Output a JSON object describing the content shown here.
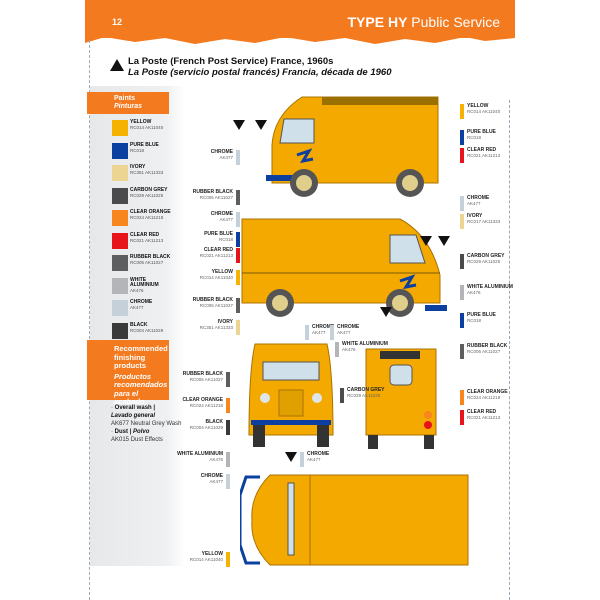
{
  "header": {
    "page_number": "12",
    "title_bold": "TYPE HY",
    "title_rest": "Public Service"
  },
  "subject": {
    "en": "La Poste (French Post Service) France, 1960s",
    "es": "La Poste (servicio postal francés) Francia, década de 1960"
  },
  "paints": {
    "title_en": "Paints",
    "title_es": "Pinturas",
    "items": [
      {
        "name": "YELLOW",
        "codes": "RC014 AK11040",
        "color": "#f6b200"
      },
      {
        "name": "PURE BLUE",
        "codes": "RC018",
        "color": "#0b3fa0"
      },
      {
        "name": "IVORY",
        "codes": "RC351 AK11333",
        "color": "#ecd592"
      },
      {
        "name": "CARBON GREY",
        "codes": "RC029 AK11025",
        "color": "#4a4b4d"
      },
      {
        "name": "CLEAR ORANGE",
        "codes": "RC024 AK11218",
        "color": "#f7861e"
      },
      {
        "name": "CLEAR RED",
        "codes": "RC021 AK11213",
        "color": "#e8141c"
      },
      {
        "name": "RUBBER BLACK",
        "codes": "RC005 AK11027",
        "color": "#5d5e60"
      },
      {
        "name": "WHITE ALUMINIUM",
        "codes": "AK476",
        "color": "#b4b5b8"
      },
      {
        "name": "CHROME",
        "codes": "AK477",
        "color": "#c5d0d8"
      },
      {
        "name": "BLACK",
        "codes": "RC004 AK11029",
        "color": "#3a3a3a"
      }
    ]
  },
  "finishing": {
    "title_en": "Recommended finishing products",
    "title_es": "Productos recomendados para el acabado",
    "items": [
      {
        "label": "Overall wash |",
        "label_es": "Lavado general",
        "product": "AK677 Neutral Grey Wash"
      },
      {
        "label": "Dust |",
        "label_es": "Polvo",
        "product": "AK015 Dust Effects"
      }
    ]
  },
  "callouts": [
    {
      "name": "YELLOW",
      "codes": "RC014 AK11040",
      "color": "#f6b200"
    },
    {
      "name": "PURE BLUE",
      "codes": "RC018",
      "color": "#0b3fa0"
    },
    {
      "name": "CLEAR RED",
      "codes": "RC021 AK11213",
      "color": "#e8141c"
    },
    {
      "name": "CHROME",
      "codes": "AK477",
      "color": "#c5d0d8"
    },
    {
      "name": "IVORY",
      "codes": "RC017 AK11333",
      "color": "#ecd592"
    },
    {
      "name": "CARBON GREY",
      "codes": "RC029 AK11025",
      "color": "#4a4b4d"
    },
    {
      "name": "WHITE ALUMINIUM",
      "codes": "AK476",
      "color": "#b4b5b8"
    },
    {
      "name": "PURE BLUE",
      "codes": "RC018",
      "color": "#0b3fa0"
    },
    {
      "name": "RUBBER BLACK",
      "codes": "RC005 AK11027",
      "color": "#5d5e60"
    },
    {
      "name": "CLEAR ORANGE",
      "codes": "RC024 AK11218",
      "color": "#f7861e"
    },
    {
      "name": "CLEAR RED",
      "codes": "RC021 AK11213",
      "color": "#e8141c"
    },
    {
      "name": "CHROME",
      "codes": "AK477",
      "color": "#c5d0d8"
    },
    {
      "name": "RUBBER BLACK",
      "codes": "RC005 AK11027",
      "color": "#5d5e60"
    },
    {
      "name": "CHROME",
      "codes": "AK477",
      "color": "#c5d0d8"
    },
    {
      "name": "PURE BLUE",
      "codes": "RC018",
      "color": "#0b3fa0"
    },
    {
      "name": "CLEAR RED",
      "codes": "RC021 AK11213",
      "color": "#e8141c"
    },
    {
      "name": "YELLOW",
      "codes": "RC014 AK11040",
      "color": "#f6b200"
    },
    {
      "name": "RUBBER BLACK",
      "codes": "RC005 AK11027",
      "color": "#5d5e60"
    },
    {
      "name": "IVORY",
      "codes": "RC351 AK11333",
      "color": "#ecd592"
    },
    {
      "name": "RUBBER BLACK",
      "codes": "RC005 AK11027",
      "color": "#5d5e60"
    },
    {
      "name": "CLEAR ORANGE",
      "codes": "RC024 AK11218",
      "color": "#f7861e"
    },
    {
      "name": "BLACK",
      "codes": "RC004 AK11029",
      "color": "#3a3a3a"
    },
    {
      "name": "WHITE ALUMINIUM",
      "codes": "AK476",
      "color": "#b4b5b8"
    },
    {
      "name": "CHROME",
      "codes": "AK477",
      "color": "#c5d0d8"
    },
    {
      "name": "YELLOW",
      "codes": "RC014 AK11040",
      "color": "#f6b200"
    },
    {
      "name": "CHROME",
      "codes": "AK477",
      "color": "#c5d0d8"
    },
    {
      "name": "CHROME",
      "codes": "AK477",
      "color": "#c5d0d8"
    },
    {
      "name": "WHITE ALUMINIUM",
      "codes": "AK476",
      "color": "#b4b5b8"
    },
    {
      "name": "CARBON GREY",
      "codes": "RC029 AK11025",
      "color": "#4a4b4d"
    },
    {
      "name": "CHROME",
      "codes": "AK477",
      "color": "#c5d0d8"
    }
  ],
  "colors": {
    "accent": "#f47a20",
    "van_body": "#f4a900"
  }
}
